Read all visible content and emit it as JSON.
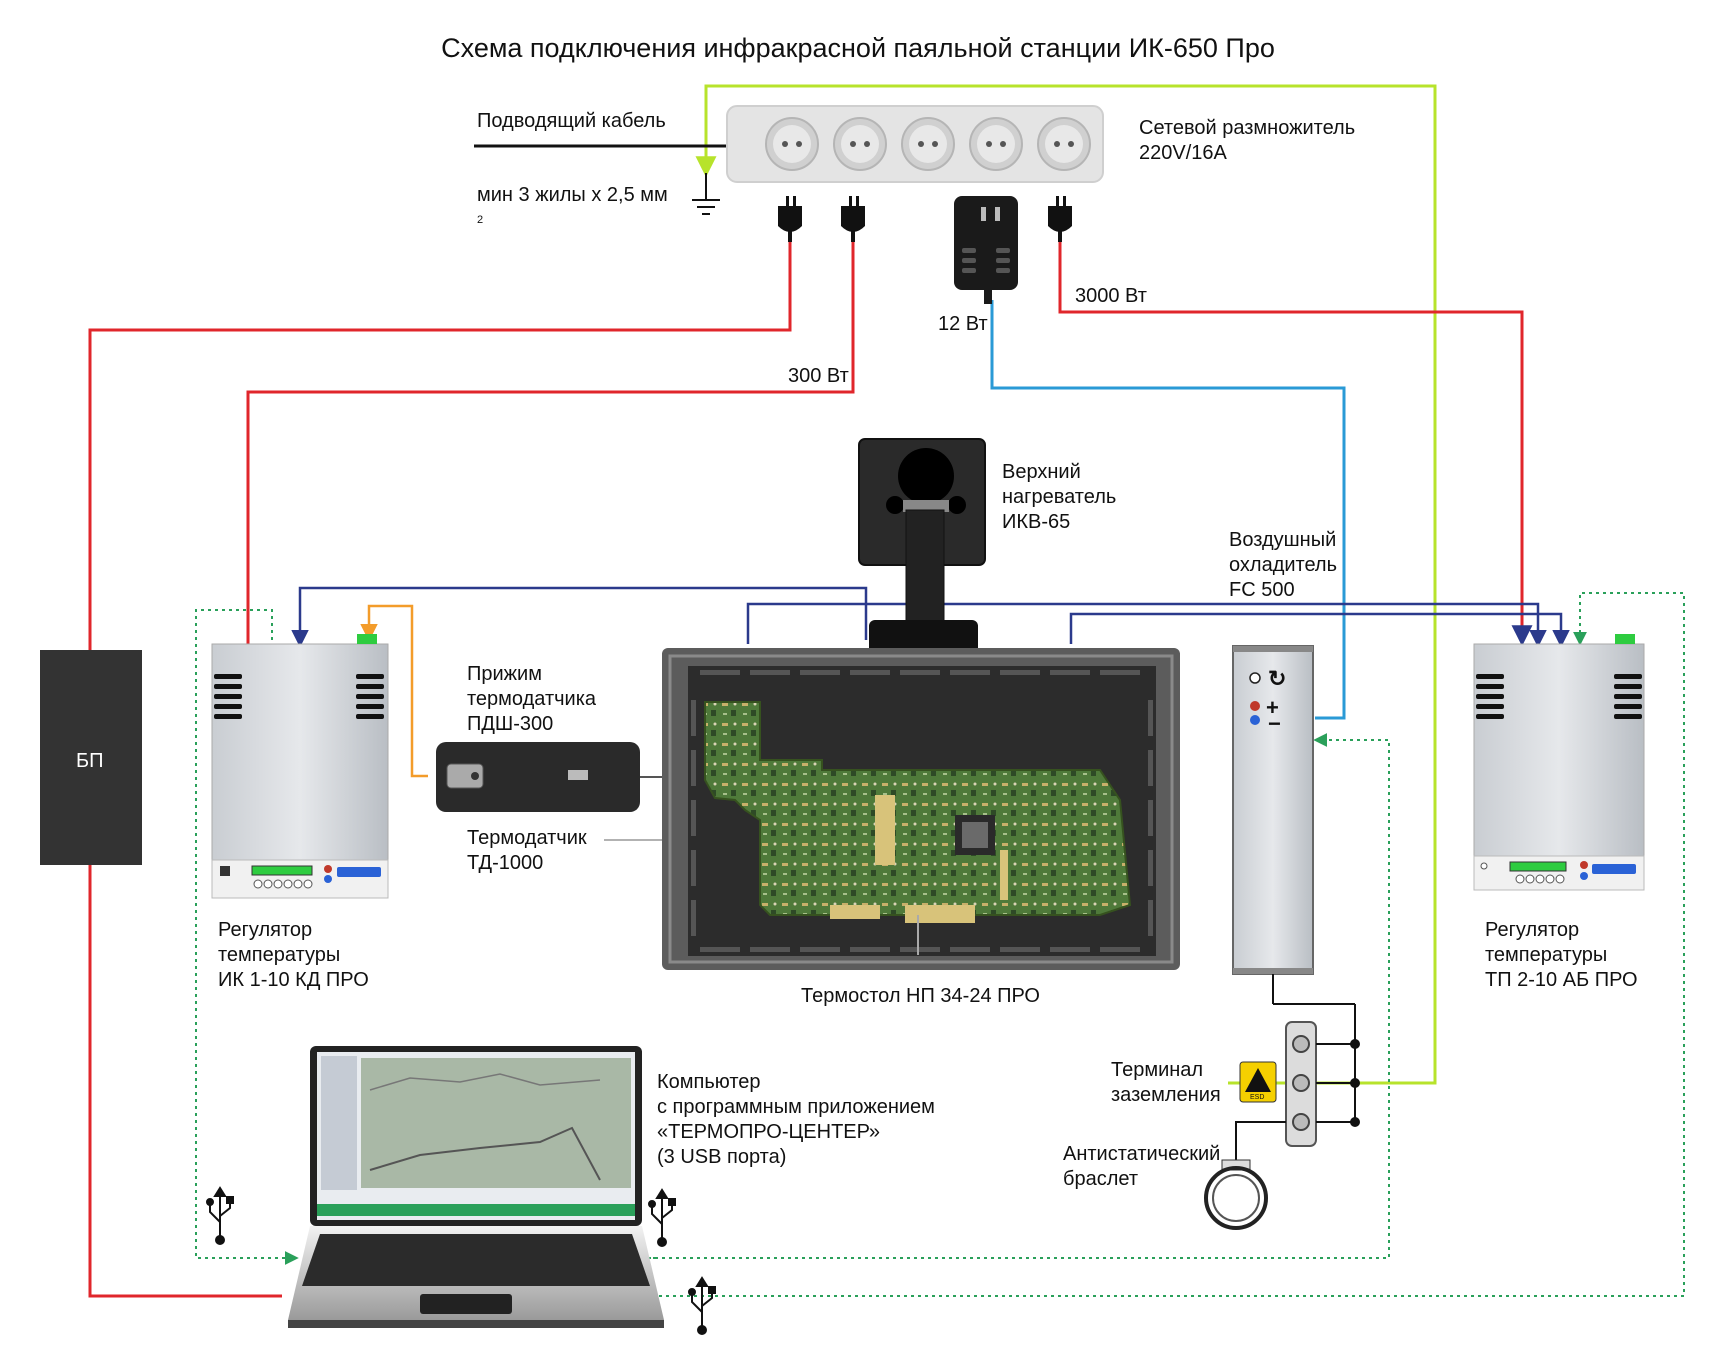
{
  "title": "Схема подключения инфракрасной паяльной станции ИК-650 Про",
  "labels": {
    "input_cable_1": "Подводящий кабель",
    "input_cable_2": "мин 3 жилы х 2,5 мм",
    "input_cable_sup": "2",
    "power_strip": "Сетевой размножитель\n220V/16A",
    "watt_300": "300 Вт",
    "watt_12": "12 Вт",
    "watt_3000": "3000 Вт",
    "psu": "БП",
    "top_heater": "Верхний\nнагреватель\nИКВ-65",
    "air_cooler": "Воздушный\nохладитель\nFC 500",
    "clamp": "Прижим\nтермодатчика\nПДШ-300",
    "thermosensor": "Термодатчик\n ТД-1000",
    "regulator_left": "Регулятор\nтемпературы\nИК 1-10 КД ПРО",
    "regulator_right": "Регулятор\nтемпературы\nТП 2-10 АБ ПРО",
    "table": "Термостол НП 34-24 ПРО",
    "computer": "Компьютер\nс программным приложением\n«ТЕРМОПРО-ЦЕНТЕР»\n(3 USB порта)",
    "ground_terminal": "Терминал\nзаземления",
    "wrist_strap": "Антистатический\nбраслет",
    "esd_badge": "ESD"
  },
  "colors": {
    "power_line": "#e0262b",
    "sensor_line": "#2b3a8c",
    "cooler_line": "#2a9ad6",
    "ground_line": "#b7e32b",
    "usb_line": "#2aa05a",
    "clamp_line": "#f39c2a",
    "device_dark": "#333333"
  },
  "icons": [
    "power-strip-icon",
    "plug-icon",
    "adapter-icon",
    "ground-icon",
    "usb-icon",
    "esd-icon",
    "wrist-strap-icon",
    "laptop-icon",
    "pcb-icon"
  ]
}
